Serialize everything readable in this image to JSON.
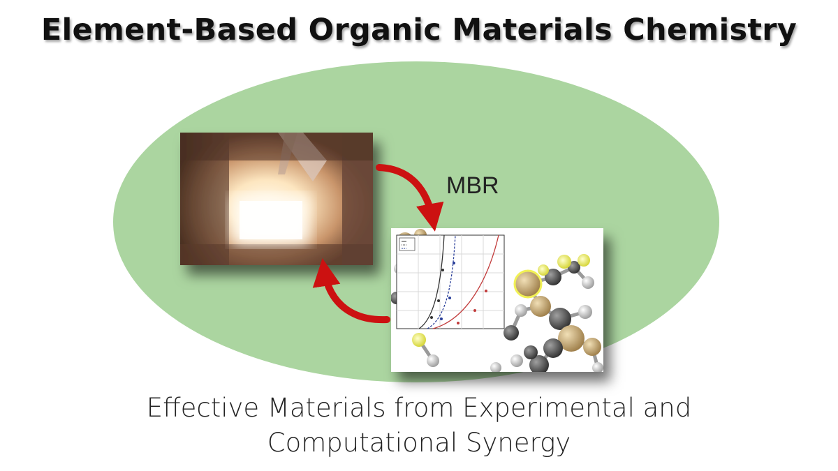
{
  "title": "Element-Based Organic Materials Chemistry",
  "caption": {
    "line1": "Effective Materials from Experimental and",
    "line2": "Computational Synergy"
  },
  "cycle_label": "MBR",
  "colors": {
    "ellipse_fill": "#abd5a0",
    "arrow": "#cc1111",
    "photo_glow": "#fff2d4",
    "atom_gold": "#c2a672",
    "atom_yellow": "#f1f154",
    "atom_gray": "#555555"
  },
  "chart_inset": {
    "legend": [
      "— —",
      "· ·",
      "- -"
    ]
  }
}
